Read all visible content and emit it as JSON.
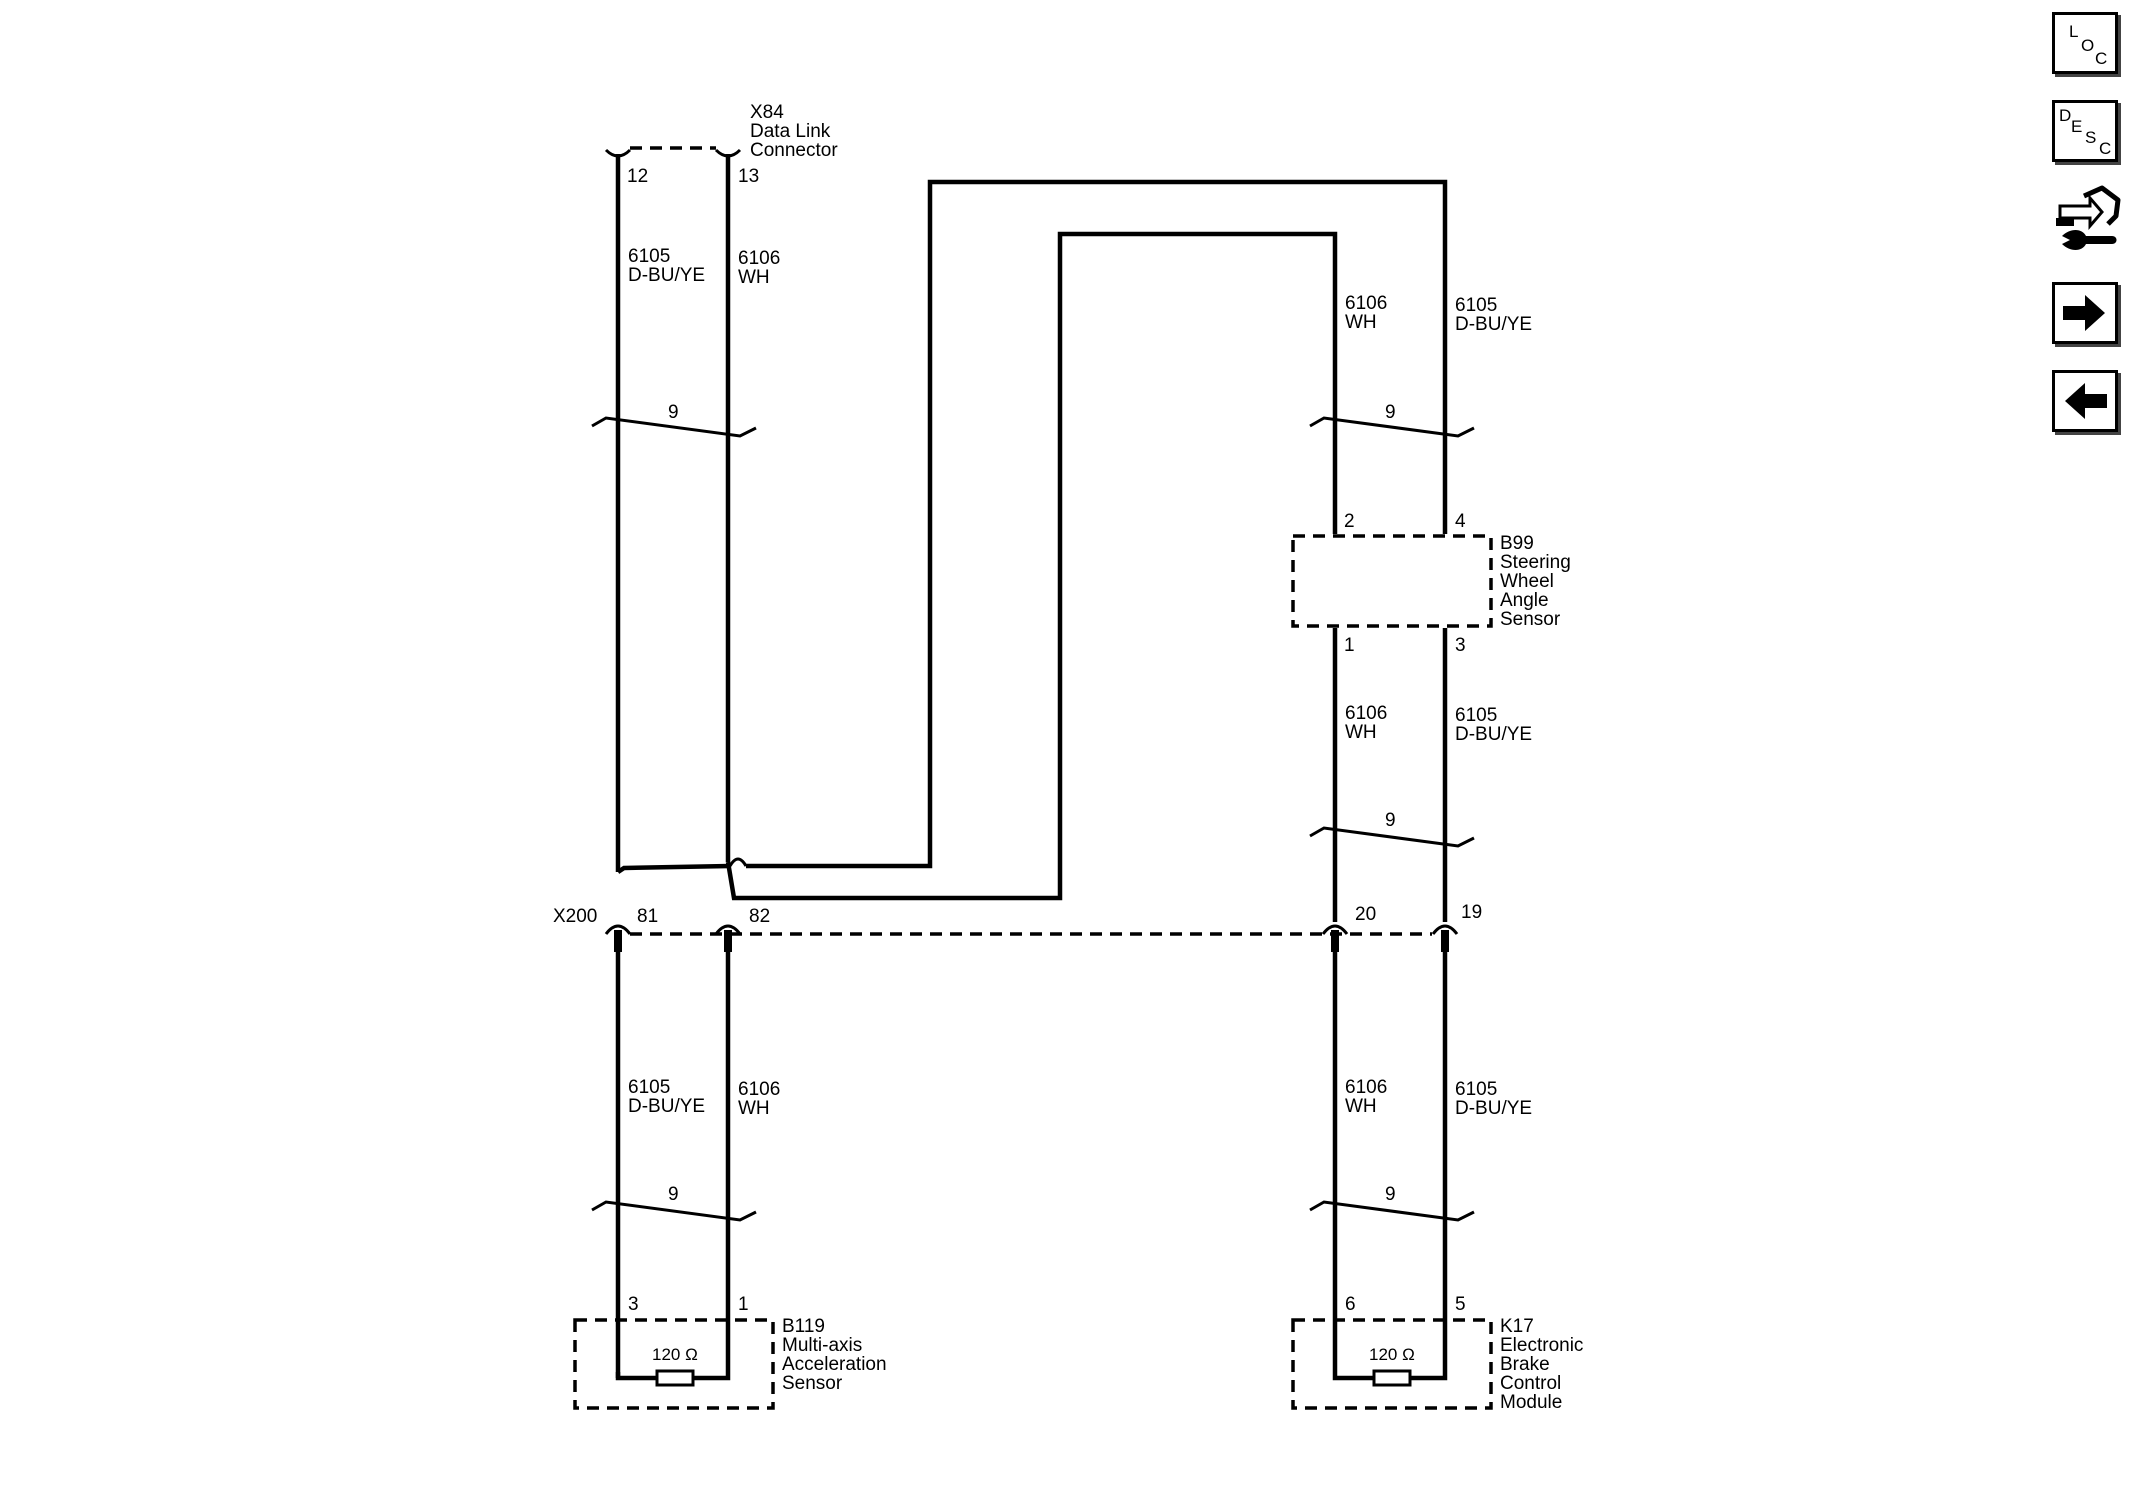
{
  "connectors": {
    "x84": {
      "id": "X84",
      "desc1": "Data Link",
      "desc2": "Connector",
      "pin_a": "12",
      "pin_b": "13"
    },
    "x200": {
      "id": "X200",
      "pin_81": "81",
      "pin_82": "82",
      "pin_20": "20",
      "pin_19": "19"
    }
  },
  "components": {
    "b99": {
      "id": "B99",
      "desc1": "Steering",
      "desc2": "Wheel",
      "desc3": "Angle",
      "desc4": "Sensor",
      "pin_2": "2",
      "pin_4": "4",
      "pin_1": "1",
      "pin_3": "3"
    },
    "b119": {
      "id": "B119",
      "desc1": "Multi-axis",
      "desc2": "Acceleration",
      "desc3": "Sensor",
      "pin_3": "3",
      "pin_1": "1",
      "resistor": "120 Ω"
    },
    "k17": {
      "id": "K17",
      "desc1": "Electronic",
      "desc2": "Brake",
      "desc3": "Control",
      "desc4": "Module",
      "pin_6": "6",
      "pin_5": "5",
      "resistor": "120 Ω"
    }
  },
  "wires": {
    "circuit_a": "6105",
    "color_a": "D-BU/YE",
    "circuit_b": "6106",
    "color_b": "WH",
    "twist": "9"
  },
  "sidebar": {
    "loc": [
      "L",
      "O",
      "C"
    ],
    "desc": [
      "D",
      "E",
      "S",
      "C"
    ]
  }
}
